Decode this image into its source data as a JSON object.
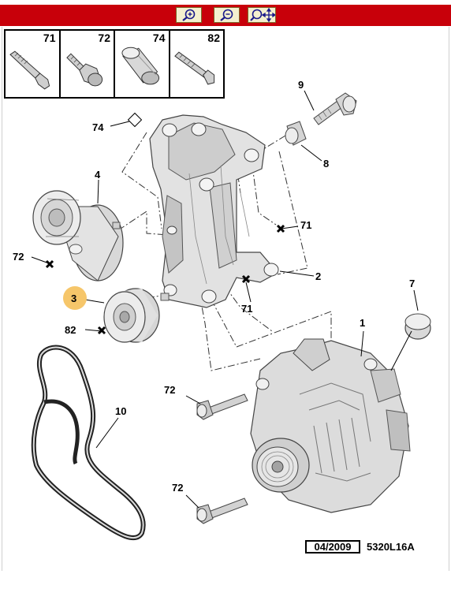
{
  "toolbar": {
    "buttons": [
      {
        "name": "zoom-in",
        "icon": "zoom-in-icon"
      },
      {
        "name": "zoom-out",
        "icon": "zoom-out-icon"
      },
      {
        "name": "zoom-pan",
        "icon": "zoom-pan-icon"
      }
    ],
    "colors": {
      "bar": "#c8000a",
      "button": "#f4f0cf"
    }
  },
  "reference_table": [
    {
      "ref": "71"
    },
    {
      "ref": "72"
    },
    {
      "ref": "74"
    },
    {
      "ref": "82"
    }
  ],
  "callouts": {
    "c1": "1",
    "c2": "2",
    "c3": "3",
    "c4": "4",
    "c7": "7",
    "c8": "8",
    "c9": "9",
    "c10": "10",
    "c71a": "71",
    "c71b": "71",
    "c72a": "72",
    "c72b": "72",
    "c72c": "72",
    "c74": "74",
    "c82": "82"
  },
  "footer": {
    "date": "04/2009",
    "code": "5320L16A"
  },
  "highlight_color": "#f6c66a"
}
